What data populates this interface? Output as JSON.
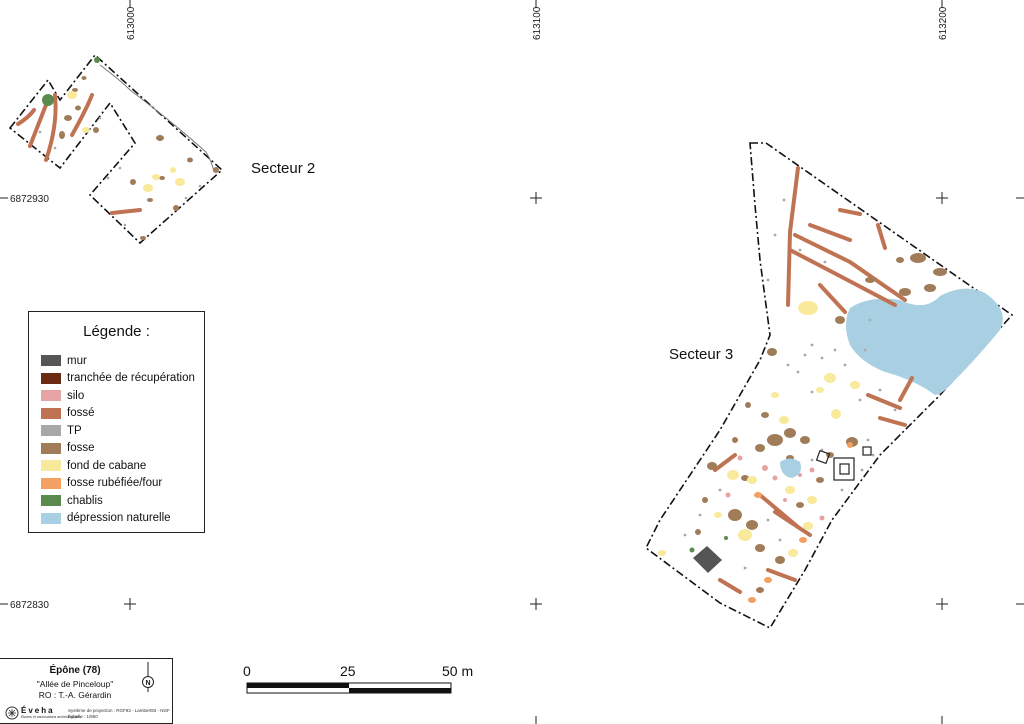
{
  "map": {
    "coord_x": [
      "613000",
      "613100",
      "613200"
    ],
    "coord_y": [
      "6872930",
      "6872830"
    ],
    "sectors": [
      {
        "name": "Secteur 2"
      },
      {
        "name": "Secteur 3"
      }
    ]
  },
  "legend": {
    "title": "Légende :",
    "items": [
      {
        "label": "mur",
        "color": "#555555"
      },
      {
        "label": "tranchée de récupération",
        "color": "#6b2a12"
      },
      {
        "label": "silo",
        "color": "#e6a3a3"
      },
      {
        "label": "fossé",
        "color": "#c07352"
      },
      {
        "label": "TP",
        "color": "#a8a8a8"
      },
      {
        "label": "fosse",
        "color": "#a07c58"
      },
      {
        "label": "fond de cabane",
        "color": "#f9e99a"
      },
      {
        "label": "fosse rubéfiée/four",
        "color": "#f3a062"
      },
      {
        "label": "chablis",
        "color": "#5a8a4e"
      },
      {
        "label": "dépression naturelle",
        "color": "#a9d0e2"
      }
    ]
  },
  "cartouche": {
    "title": "Épône (78)",
    "subtitle": "\"Allée de Pinceloup\"",
    "ro": "RO : T.-A. Gérardin",
    "logo_name": "Éveha",
    "logo_sub": "Études et valorisations archéologiques",
    "projection_line1": "Système de projection : RGF93 - Lambert93 - NGF",
    "projection_line2": "Échelle : 1/850",
    "north_label": "N"
  },
  "scale": {
    "labels": [
      "0",
      "25",
      "50 m"
    ]
  }
}
